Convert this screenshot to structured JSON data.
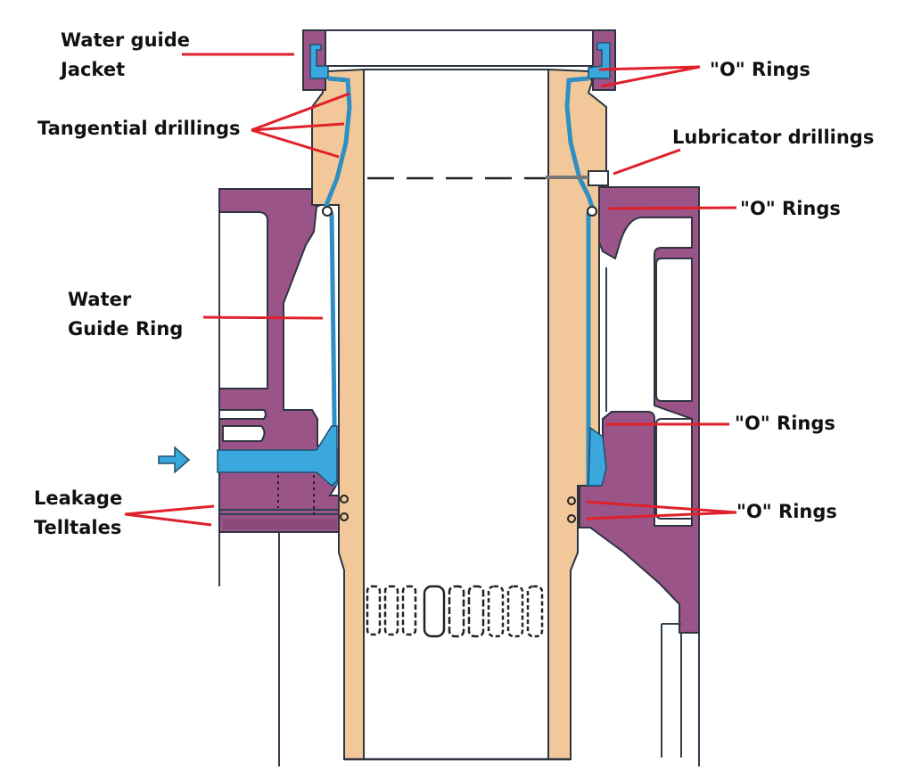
{
  "diagram": {
    "subject": "Cylinder liner cross-section",
    "colors": {
      "frame": "#9b5488",
      "liner": "#f2c89a",
      "water": "#3aa8dc",
      "leader": "#e0202a",
      "outline": "#2e3440"
    },
    "labels": {
      "water_guide_jacket_line1": "Water guide",
      "water_guide_jacket_line2": "Jacket",
      "tangential_drillings": "Tangential drillings",
      "water_guide_ring_line1": "Water",
      "water_guide_ring_line2": "Guide Ring",
      "leakage_telltales_line1": "Leakage",
      "leakage_telltales_line2": "Telltales",
      "o_rings_top": "\"O\" Rings",
      "lubricator_drillings": "Lubricator drillings",
      "o_rings_upper": "\"O\" Rings",
      "o_rings_middle": "\"O\" Rings",
      "o_rings_lower": "\"O\" Rings"
    },
    "inlet_arrow": "cooling-water-inlet"
  }
}
